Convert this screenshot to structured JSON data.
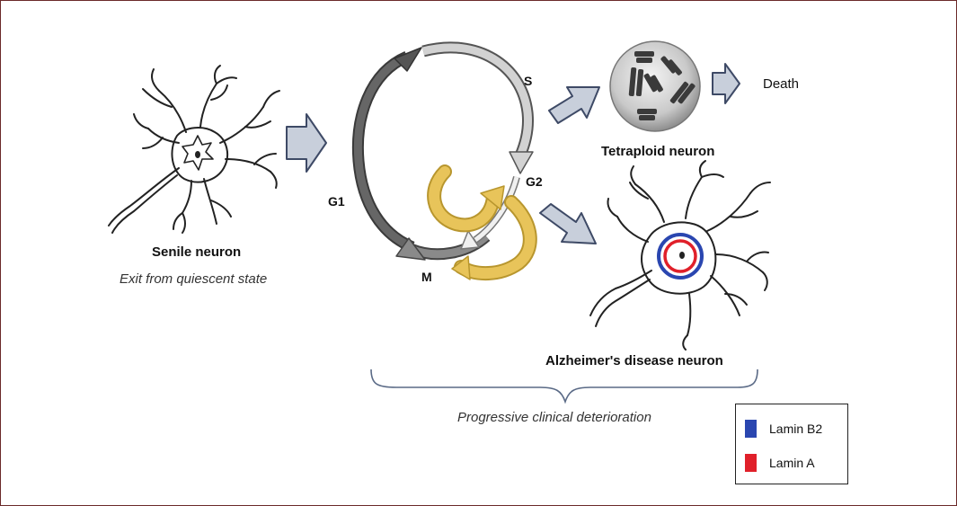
{
  "colors": {
    "frame": "#6b2a2a",
    "lamin_b2": "#2a46b0",
    "lamin_a": "#e0202a",
    "arrow_fill": "#c8cfdb",
    "arrow_stroke": "#3e4a66",
    "cycle_dark": "#5a5a5a",
    "cycle_light": "#bdbdbd",
    "cycle_arrows": "#e8c45a"
  },
  "senile_neuron": {
    "title": "Senile neuron",
    "subtitle": "Exit from quiescent state"
  },
  "cell_cycle": {
    "phases": {
      "g1": "G1",
      "s": "S",
      "g2": "G2",
      "m": "M"
    }
  },
  "tetraploid": {
    "label": "Tetraploid neuron",
    "outcome": "Death"
  },
  "alzheimers": {
    "label": "Alzheimer's disease neuron"
  },
  "deterioration": {
    "label": "Progressive clinical deterioration"
  },
  "legend": {
    "items": [
      {
        "label": "Lamin B2",
        "color": "#2a46b0"
      },
      {
        "label": "Lamin A",
        "color": "#e0202a"
      }
    ]
  }
}
